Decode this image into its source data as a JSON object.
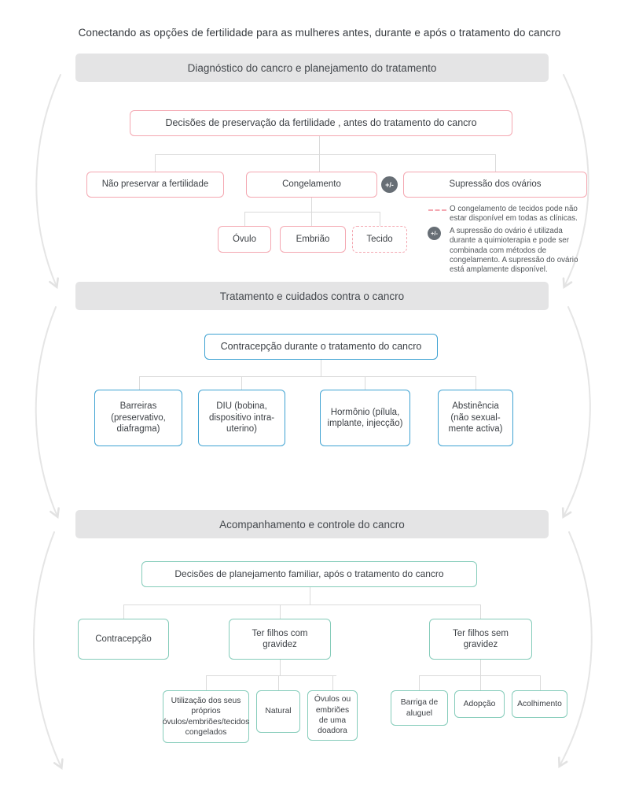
{
  "title": "Conectando as opções de fertilidade para as mulheres antes, durante e após o tratamento do cancro",
  "s1": {
    "header": "Diagnóstico do cancro e planejamento do tratamento",
    "root": "Decisões de preservação da fertilidade , antes do tratamento do cancro",
    "no_preserve": "Não preservar a fertilidade",
    "freeze": "Congelamento",
    "suppress": "Supressão dos ovários",
    "egg": "Óvulo",
    "embryo": "Embrião",
    "tissue": "Tecido",
    "plusminus": "+/-",
    "note1": "O congelamento de tecidos pode não estar disponível em todas as clínicas.",
    "note2": "A supressão do ovário é utilizada durante a quimioterapia e pode ser combinada com métodos de congelamento. A supressão do ovário está amplamente disponível."
  },
  "s2": {
    "header": "Tratamento e cuidados contra o cancro",
    "root": "Contracepção durante o tratamento do cancro",
    "barriers": "Barreiras (preservativo, diafragma)",
    "iud": "DIU (bobina, dispositivo intra-uterino)",
    "hormone": "Hormônio (pílula, implante, injecção)",
    "abstinence": "Abstinência (não sexual­mente activa)"
  },
  "s3": {
    "header": "Acompanhamento e controle do cancro",
    "root": "Decisões de planejamento familiar, após o tratamento do cancro",
    "contraception": "Contracepção",
    "with_pregnancy": "Ter filhos com gravidez",
    "without_pregnancy": "Ter filhos sem gravidez",
    "own_frozen": "Utilização dos seus próprios óvulos/embriões/tecidos congelados",
    "natural": "Natural",
    "donor": "Óvulos ou embriões de uma doadora",
    "surrogacy": "Barriga de aluguel",
    "adoption": "Adopção",
    "foster": "Acolhimento"
  },
  "colors": {
    "pink_border": "#f4a7b1",
    "blue_border": "#3ea2d2",
    "teal_border": "#85ccba",
    "header_bg": "#e4e4e5",
    "icon_bg": "#676e75",
    "connector": "#dadada",
    "arrow": "#e5e5e5",
    "text": "#3d4146",
    "note_text": "#52565a"
  }
}
